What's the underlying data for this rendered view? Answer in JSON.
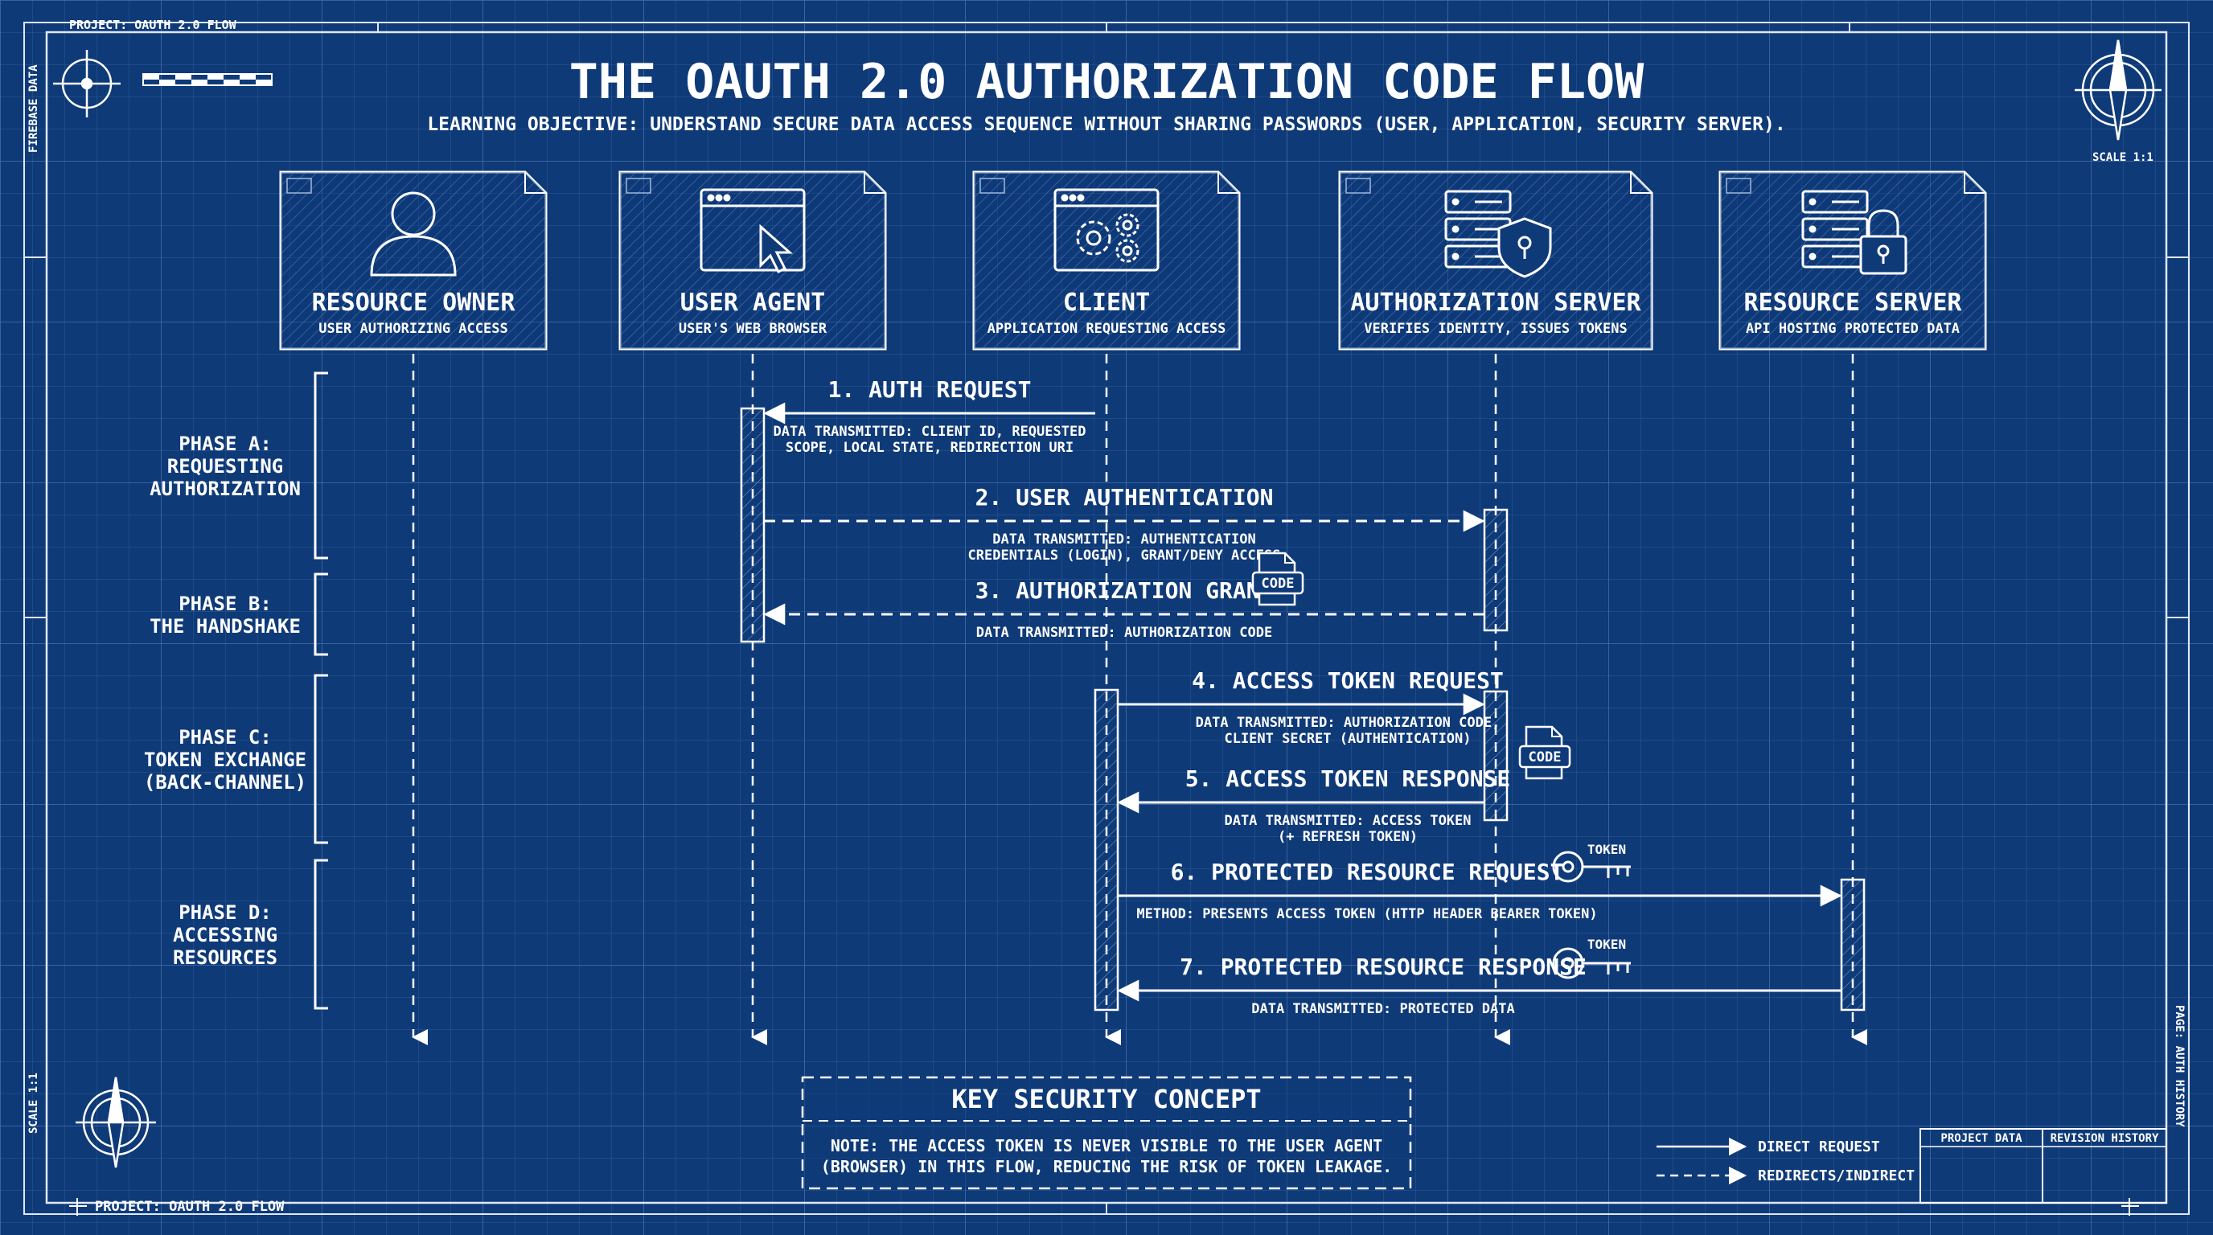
{
  "header": {
    "project_top": "PROJECT: OAUTH 2.0 FLOW",
    "project_bottom": "PROJECT: OAUTH 2.0 FLOW",
    "side_left_top": "FIREBASE DATA",
    "side_left_bottom": "SCALE 1:1",
    "side_right_bottom": "PAGE: AUTH HISTORY",
    "scale_label": "SCALE 1:1",
    "title": "THE OAUTH 2.0 AUTHORIZATION CODE FLOW",
    "objective": "LEARNING OBJECTIVE: UNDERSTAND SECURE DATA ACCESS SEQUENCE WITHOUT SHARING PASSWORDS (USER, APPLICATION, SECURITY SERVER)."
  },
  "actors": [
    {
      "name": "RESOURCE OWNER",
      "desc": "USER AUTHORIZING ACCESS",
      "icon": "person-icon"
    },
    {
      "name": "USER AGENT",
      "desc": "USER'S WEB BROWSER",
      "icon": "browser-icon"
    },
    {
      "name": "CLIENT",
      "desc": "APPLICATION REQUESTING ACCESS",
      "icon": "gears-icon"
    },
    {
      "name": "AUTHORIZATION SERVER",
      "desc": "VERIFIES IDENTITY, ISSUES TOKENS",
      "icon": "server-shield-icon"
    },
    {
      "name": "RESOURCE SERVER",
      "desc": "API HOSTING PROTECTED DATA",
      "icon": "server-lock-icon"
    }
  ],
  "phases": [
    {
      "lines": [
        "PHASE A:",
        "REQUESTING",
        "AUTHORIZATION"
      ]
    },
    {
      "lines": [
        "PHASE B:",
        "THE HANDSHAKE"
      ]
    },
    {
      "lines": [
        "PHASE C:",
        "TOKEN EXCHANGE",
        "(BACK-CHANNEL)"
      ]
    },
    {
      "lines": [
        "PHASE D:",
        "ACCESSING",
        "RESOURCES"
      ]
    }
  ],
  "messages": [
    {
      "label": "1. AUTH REQUEST",
      "detail": [
        "DATA TRANSMITTED: CLIENT ID, REQUESTED",
        "SCOPE, LOCAL STATE, REDIRECTION URI"
      ],
      "from": 2,
      "to": 1,
      "style": "solid"
    },
    {
      "label": "2. USER AUTHENTICATION",
      "detail": [
        "DATA TRANSMITTED: AUTHENTICATION",
        "CREDENTIALS (LOGIN), GRANT/DENY ACCESS"
      ],
      "from": 1,
      "to": 3,
      "style": "dashed"
    },
    {
      "label": "3. AUTHORIZATION GRANT",
      "detail": [
        "DATA TRANSMITTED: AUTHORIZATION CODE"
      ],
      "from": 3,
      "to": 1,
      "style": "dashed"
    },
    {
      "label": "4. ACCESS TOKEN REQUEST",
      "detail": [
        "DATA TRANSMITTED: AUTHORIZATION CODE,",
        "CLIENT SECRET (AUTHENTICATION)"
      ],
      "from": 2,
      "to": 3,
      "style": "solid"
    },
    {
      "label": "5. ACCESS TOKEN RESPONSE",
      "detail": [
        "DATA TRANSMITTED: ACCESS TOKEN",
        "(+ REFRESH TOKEN)"
      ],
      "from": 3,
      "to": 2,
      "style": "solid"
    },
    {
      "label": "6. PROTECTED RESOURCE REQUEST",
      "detail": [
        "METHOD: PRESENTS ACCESS TOKEN (HTTP HEADER BEARER TOKEN)"
      ],
      "from": 2,
      "to": 4,
      "style": "solid"
    },
    {
      "label": "7. PROTECTED RESOURCE RESPONSE",
      "detail": [
        "DATA TRANSMITTED: PROTECTED DATA"
      ],
      "from": 4,
      "to": 2,
      "style": "solid"
    }
  ],
  "badges": {
    "code_1": "CODE",
    "code_2": "CODE",
    "token_1": "TOKEN",
    "token_2": "TOKEN"
  },
  "security": {
    "title": "KEY SECURITY CONCEPT",
    "note_lines": [
      "NOTE: THE ACCESS TOKEN IS NEVER VISIBLE TO THE USER AGENT",
      "(BROWSER) IN THIS FLOW, REDUCING THE RISK OF TOKEN LEAKAGE."
    ]
  },
  "legend": {
    "direct": "DIRECT REQUEST",
    "indirect": "REDIRECTS/INDIRECT"
  },
  "title_block": {
    "project_data": "PROJECT DATA",
    "revision_history": "REVISION HISTORY"
  },
  "colors": {
    "background": "#0f3a78",
    "grid": "#3a64a3",
    "line": "#ffffff"
  }
}
